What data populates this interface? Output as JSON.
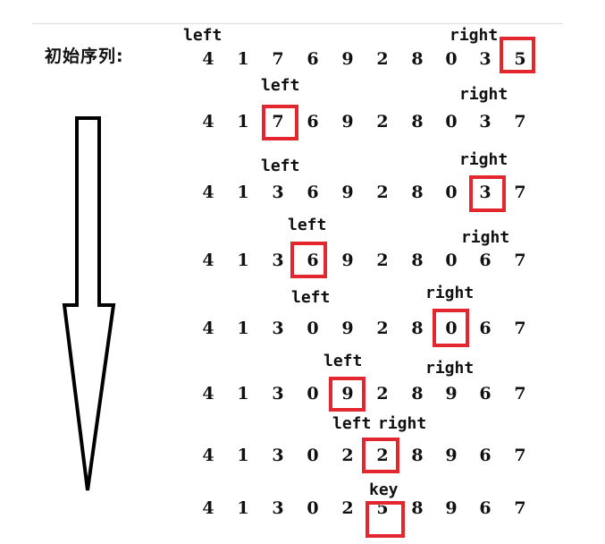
{
  "title": "初始序列:",
  "rows": [
    {
      "numbers": [
        "4",
        "1",
        "7",
        "6",
        "9",
        "2",
        "8",
        "0",
        "3",
        "5"
      ],
      "labels": [
        "left",
        "right"
      ]
    },
    {
      "numbers": [
        "4",
        "1",
        "7",
        "6",
        "9",
        "2",
        "8",
        "0",
        "3",
        "7"
      ],
      "labels": [
        "left",
        "right"
      ]
    },
    {
      "numbers": [
        "4",
        "1",
        "3",
        "6",
        "9",
        "2",
        "8",
        "0",
        "3",
        "7"
      ],
      "labels": [
        "left",
        "right"
      ]
    },
    {
      "numbers": [
        "4",
        "1",
        "3",
        "6",
        "9",
        "2",
        "8",
        "0",
        "6",
        "7"
      ],
      "labels": [
        "left",
        "right"
      ]
    },
    {
      "numbers": [
        "4",
        "1",
        "3",
        "0",
        "9",
        "2",
        "8",
        "0",
        "6",
        "7"
      ],
      "labels": [
        "left",
        "right"
      ]
    },
    {
      "numbers": [
        "4",
        "1",
        "3",
        "0",
        "9",
        "2",
        "8",
        "9",
        "6",
        "7"
      ],
      "labels": [
        "left",
        "right"
      ]
    },
    {
      "numbers": [
        "4",
        "1",
        "3",
        "0",
        "2",
        "2",
        "8",
        "9",
        "6",
        "7"
      ],
      "labels": [
        "left",
        "right"
      ]
    },
    {
      "numbers": [
        "4",
        "1",
        "3",
        "0",
        "2",
        "5",
        "8",
        "9",
        "6",
        "7"
      ],
      "labels": [
        "key"
      ]
    }
  ],
  "colors": {
    "highlight": "#e3272f",
    "text": "#111111"
  },
  "icons": [
    "down-arrow-icon"
  ]
}
